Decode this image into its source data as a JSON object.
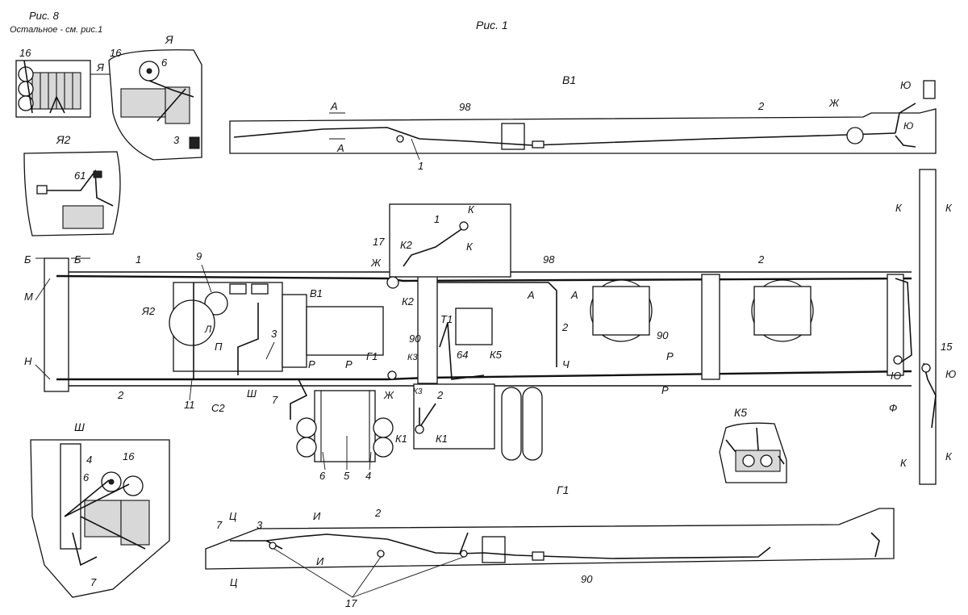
{
  "sheet": {
    "fig8_title": "Рис. 8",
    "fig8_note": "Остальное - см. рис.1",
    "fig1_title": "Рис. 1"
  },
  "views": {
    "V1": "В1",
    "G1": "Г1",
    "Ya": "Я",
    "Ya2": "Я2",
    "Sh": "Ш",
    "K5": "К5"
  },
  "section_marks": {
    "A": "А",
    "B": "Б",
    "M": "М",
    "N": "Н",
    "Zh": "Ж",
    "Yu": "Ю",
    "K": "К",
    "K1": "К1",
    "K2": "К2",
    "K3": "К3",
    "K5": "К5",
    "P": "П",
    "L": "Л",
    "R": "Р",
    "T1": "Т1",
    "S2": "С2",
    "Ch": "Ч",
    "F": "Ф",
    "Ts": "Ц",
    "I": "И",
    "Sh": "Ш",
    "V1": "В1",
    "G1": "Г1",
    "Ya": "Я"
  },
  "callouts": [
    "1",
    "2",
    "3",
    "4",
    "5",
    "6",
    "7",
    "9",
    "11",
    "15",
    "16",
    "17",
    "61",
    "64",
    "90",
    "98"
  ]
}
